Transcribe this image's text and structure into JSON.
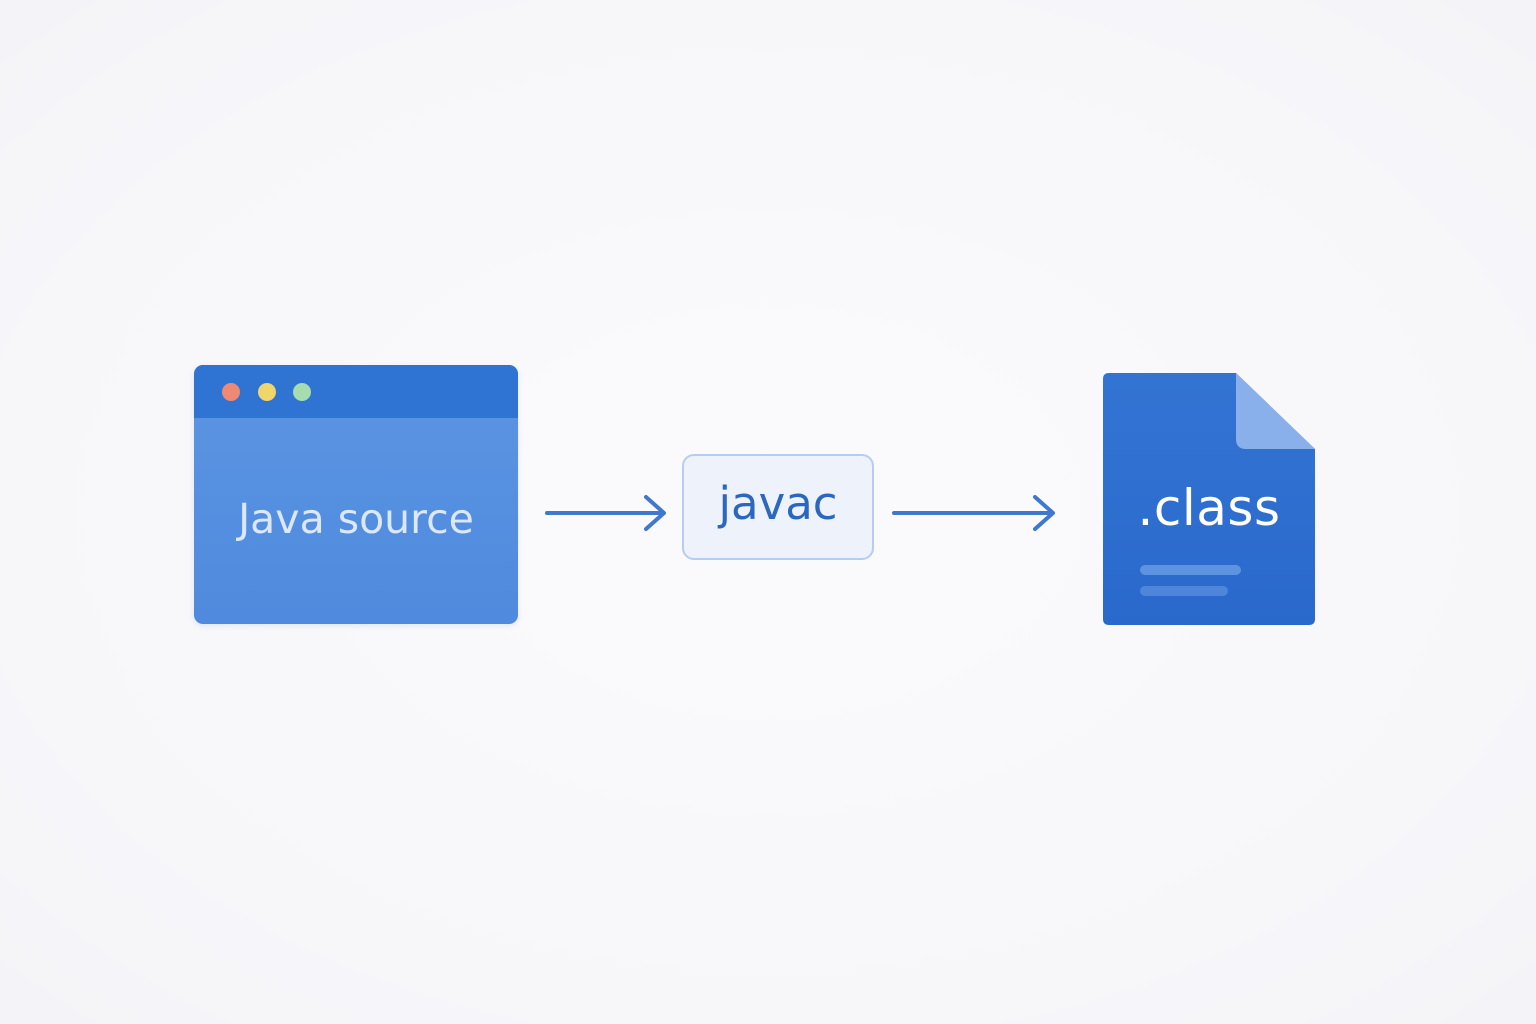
{
  "diagram": {
    "source": {
      "label": "Java source",
      "window_dots": [
        "red",
        "yellow",
        "green"
      ]
    },
    "compiler": {
      "label": "javac"
    },
    "output": {
      "label": ".class"
    },
    "flow": [
      "source",
      "compiler",
      "output"
    ]
  },
  "colors": {
    "background": "#f8f8fb",
    "window_body": "#5590e0",
    "window_titlebar": "#2f74d3",
    "dot_red": "#ee8a73",
    "dot_yellow": "#efd56a",
    "dot_green": "#a6dcb0",
    "arrow": "#3f78cf",
    "compiler_fill": "#edf2fb",
    "compiler_border": "#b6ccf1",
    "compiler_text": "#2b66bf",
    "file_body": "#2e6fd0",
    "file_fold": "#8ab0ec",
    "file_lines": "#5d93e0"
  }
}
